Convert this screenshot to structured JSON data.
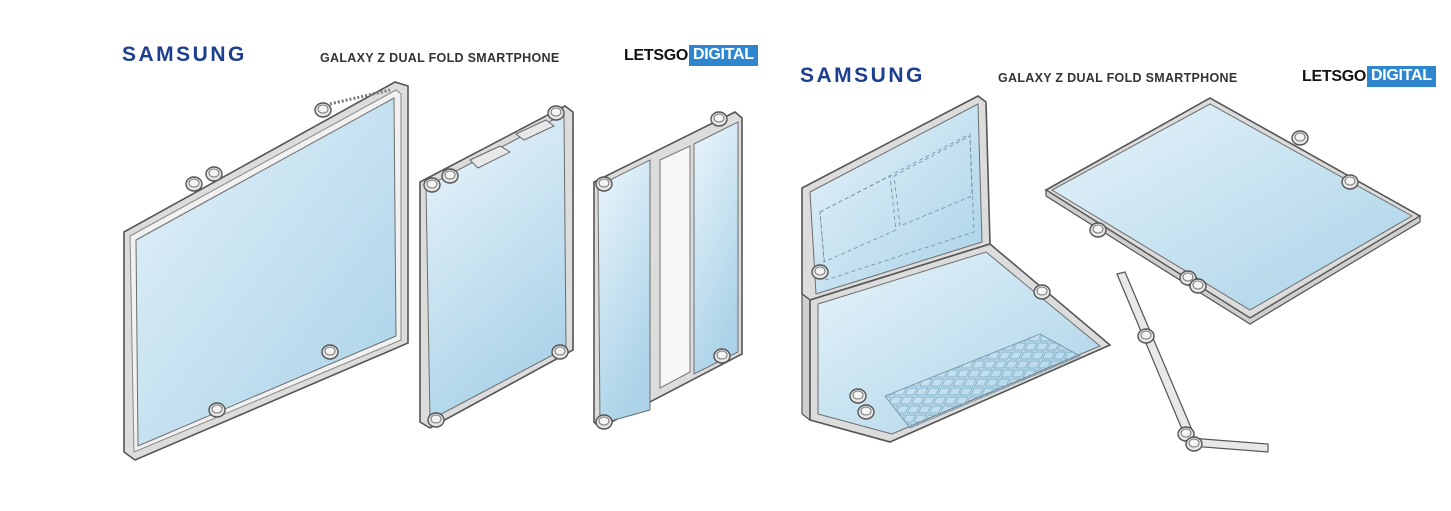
{
  "panels": [
    {
      "brand": "SAMSUNG",
      "subtitle": "GALAXY Z DUAL FOLD SMARTPHONE",
      "watermark": {
        "part1": "LETSGO",
        "part2": "DIGITAL"
      }
    },
    {
      "brand": "SAMSUNG",
      "subtitle": "GALAXY Z DUAL FOLD SMARTPHONE",
      "watermark": {
        "part1": "LETSGO",
        "part2": "DIGITAL"
      }
    }
  ],
  "colors": {
    "brand": "#1d3f8f",
    "watermark_accent": "#2e86cf",
    "screen_light": "#e3f1f9",
    "screen_dark": "#a6d0e6",
    "frame": "#d9d9d9",
    "outline": "#6d6d6d"
  },
  "illustrations": [
    "phone-unfolded-tablet",
    "phone-half-folded",
    "phone-folded-open-hinge",
    "phone-laptop-mode",
    "phone-flat-tablet",
    "hinge-cross-section"
  ]
}
